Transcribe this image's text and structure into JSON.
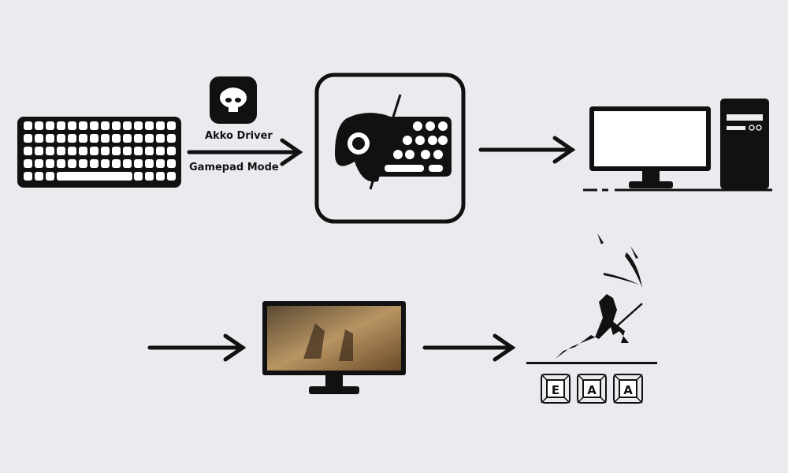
{
  "driver": {
    "name": "Akko Driver",
    "mode": "Gamepad Mode",
    "icon": "akko-skull-logo-icon"
  },
  "keys": [
    "E",
    "A",
    "A"
  ],
  "colors": {
    "background": "#ebebef",
    "ink": "#111111"
  }
}
